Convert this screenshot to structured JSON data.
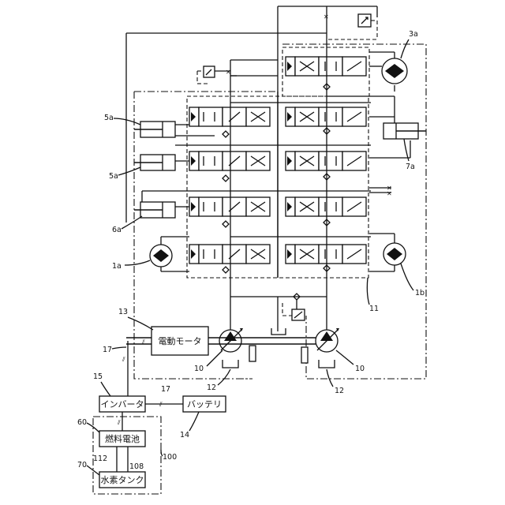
{
  "components": {
    "electric_motor": "電動モータ",
    "inverter": "インバータ",
    "battery": "バッテリ",
    "fuel_cell": "燃料電池",
    "hydrogen_tank": "水素タンク"
  },
  "refs": {
    "r3a": "3a",
    "r5a_top": "5a",
    "r5a_bottom": "5a",
    "r6a": "6a",
    "r7a": "7a",
    "r1a": "1a",
    "r1b": "1b",
    "r11": "11",
    "r13": "13",
    "r17_left": "17",
    "r17_mid": "17",
    "r15": "15",
    "r10_left": "10",
    "r10_right": "10",
    "r12_left": "12",
    "r12_right": "12",
    "r14": "14",
    "r60": "60",
    "r70": "70",
    "r100": "100",
    "r112": "112",
    "r108": "108"
  }
}
